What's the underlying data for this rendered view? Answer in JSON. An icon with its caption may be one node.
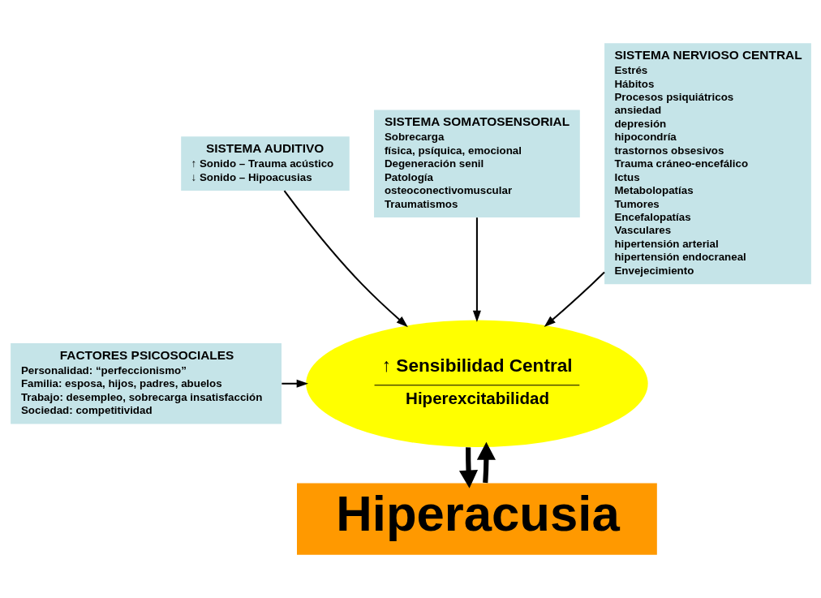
{
  "diagram": {
    "nodes": [
      {
        "text": [
          "SISTEMA AUDITIVO",
          "↑ Sonido – Trauma acústico",
          "↓ Sonido – Hipoacusias"
        ]
      },
      {
        "text": [
          "SISTEMA SOMATOSENSORIAL",
          "Sobrecarga",
          "física, psíquica, emocional",
          "Degeneración senil",
          "Patología",
          "osteoconectivomuscular",
          "Traumatismos"
        ]
      },
      {
        "text": [
          "SISTEMA NERVIOSO CENTRAL",
          "Estrés",
          "Hábitos",
          "Procesos psiquiátricos",
          "ansiedad",
          "depresión",
          "hipocondría",
          "trastornos obsesivos",
          "Trauma cráneo-encefálico",
          "Ictus",
          "Metabolopatías",
          "Tumores",
          "Encefalopatías",
          "Vasculares",
          "hipertensión arterial",
          "hipertensión endocraneal",
          "Envejecimiento"
        ]
      },
      {
        "text": [
          "↑ Sensibilidad Central",
          "Hiperexcitabilidad"
        ]
      },
      {
        "text": [
          "FACTORES PSICOSOCIALES",
          "Personalidad: “perfeccionismo”",
          "Familia: esposa, hijos, padres, abuelos",
          "Trabajo: desempleo, sobrecarga insatisfacción",
          "Sociedad: competitividad"
        ]
      },
      {
        "text": [
          "Hiperacusia"
        ]
      }
    ],
    "edges": [
      {
        "from": 0,
        "to": 3,
        "arrow": "to"
      },
      {
        "from": 1,
        "to": 3,
        "arrow": "to"
      },
      {
        "from": 2,
        "to": 3,
        "arrow": "to"
      },
      {
        "from": 4,
        "to": 3,
        "arrow": "to"
      },
      {
        "from": 3,
        "to": 5,
        "arrow": "to",
        "style": "thick"
      },
      {
        "from": 5,
        "to": 3,
        "arrow": "to",
        "style": "thick"
      }
    ]
  }
}
